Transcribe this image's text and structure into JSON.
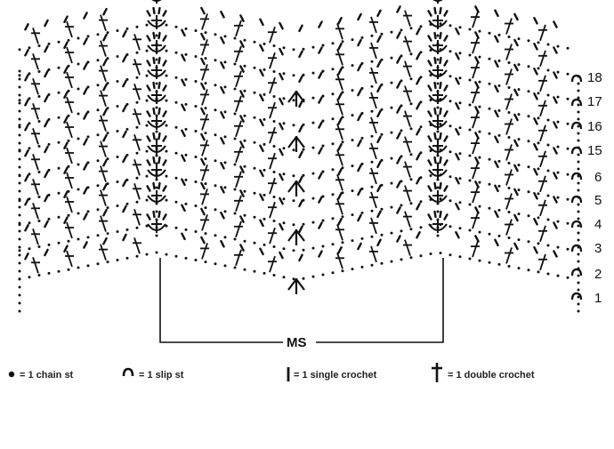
{
  "row_labels": [
    "18",
    "17",
    "16",
    "15",
    "6",
    "5",
    "4",
    "3",
    "2",
    "1"
  ],
  "repeat_label": "MS",
  "legend": [
    {
      "symbol": "chain-st",
      "text": "= 1 chain st"
    },
    {
      "symbol": "slip-st",
      "text": "= 1 slip st"
    },
    {
      "symbol": "single-crochet",
      "text": "= 1 single crochet"
    },
    {
      "symbol": "double-crochet",
      "text": "= 1 double crochet"
    }
  ],
  "colors": {
    "ink": "#111111",
    "background": "#ffffff"
  }
}
